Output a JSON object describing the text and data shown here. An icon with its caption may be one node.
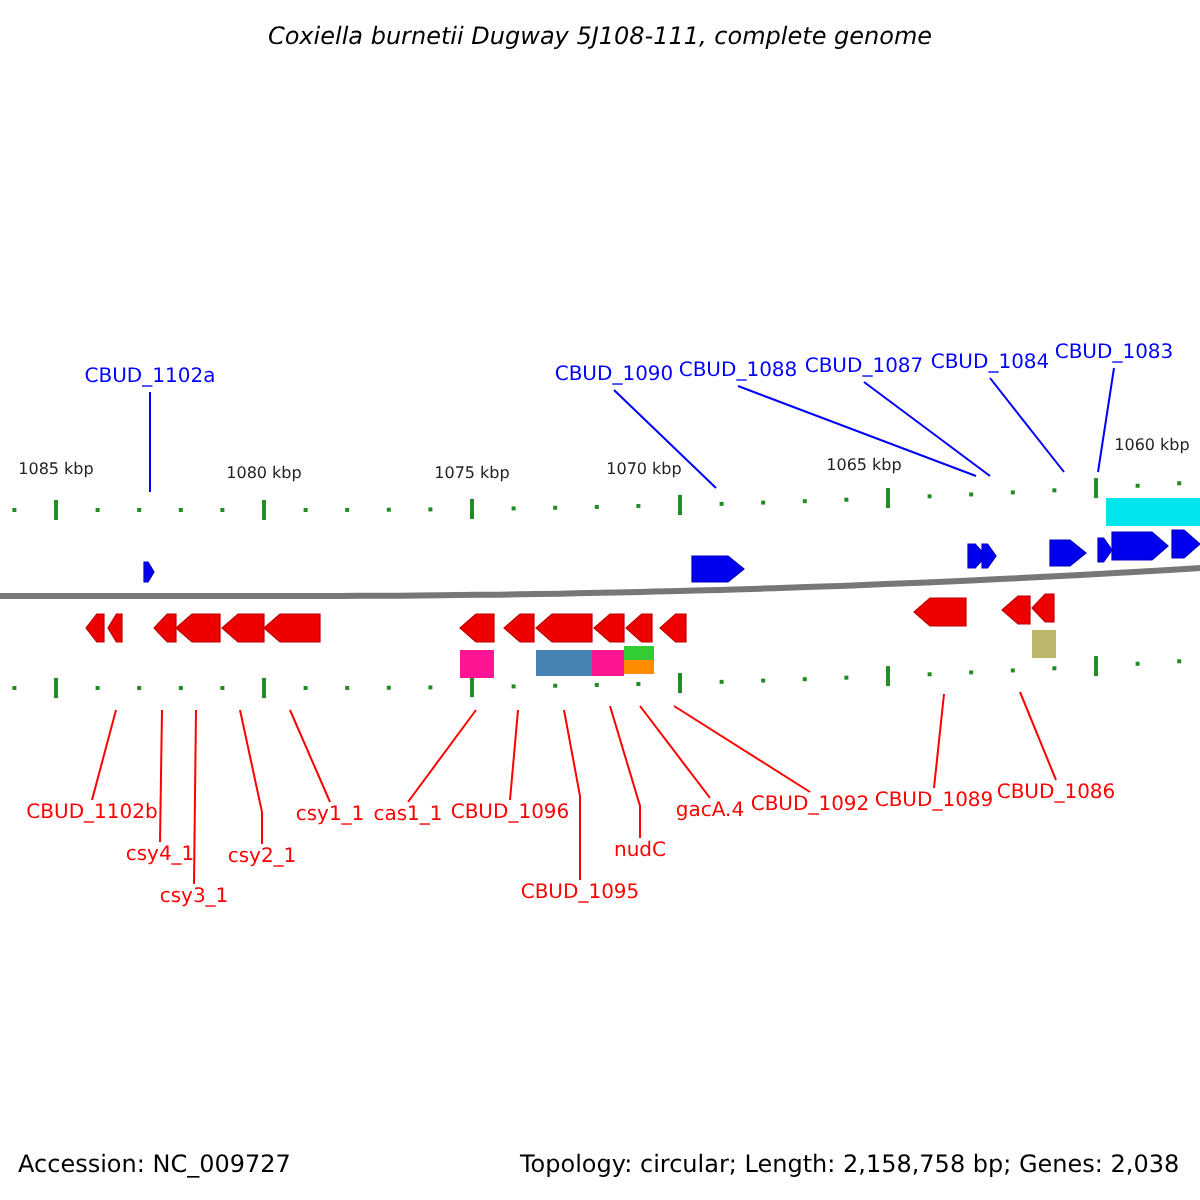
{
  "diagram": {
    "title": "Coxiella burnetii Dugway 5J108-111, complete genome",
    "nodes": [
      {
        "text": [
          "CBUD_1102a"
        ]
      },
      {
        "text": [
          "CBUD_1090"
        ]
      },
      {
        "text": [
          "CBUD_1088"
        ]
      },
      {
        "text": [
          "CBUD_1087"
        ]
      },
      {
        "text": [
          "CBUD_1084"
        ]
      },
      {
        "text": [
          "CBUD_1083"
        ]
      },
      {
        "text": [
          "CBUD_1102b"
        ]
      },
      {
        "text": [
          "csy4_1"
        ]
      },
      {
        "text": [
          "csy3_1"
        ]
      },
      {
        "text": [
          "csy2_1"
        ]
      },
      {
        "text": [
          "csy1_1"
        ]
      },
      {
        "text": [
          "cas1_1"
        ]
      },
      {
        "text": [
          "CBUD_1096"
        ]
      },
      {
        "text": [
          "CBUD_1095"
        ]
      },
      {
        "text": [
          "nudC"
        ]
      },
      {
        "text": [
          "gacA.4"
        ]
      },
      {
        "text": [
          "CBUD_1092"
        ]
      },
      {
        "text": [
          "CBUD_1089"
        ]
      },
      {
        "text": [
          "CBUD_1086"
        ]
      }
    ],
    "edges": [
      {
        "from": 0,
        "to": null,
        "arrow": "none",
        "color": "#0000ff"
      },
      {
        "from": 1,
        "to": null,
        "arrow": "none",
        "color": "#0000ff"
      },
      {
        "from": 2,
        "to": null,
        "arrow": "none",
        "color": "#0000ff"
      },
      {
        "from": 3,
        "to": null,
        "arrow": "none",
        "color": "#0000ff"
      },
      {
        "from": 4,
        "to": null,
        "arrow": "none",
        "color": "#0000ff"
      },
      {
        "from": 5,
        "to": null,
        "arrow": "none",
        "color": "#0000ff"
      },
      {
        "from": 6,
        "to": null,
        "arrow": "none"
      },
      {
        "from": 7,
        "to": null,
        "arrow": "none"
      },
      {
        "from": 8,
        "to": null,
        "arrow": "none"
      },
      {
        "from": 9,
        "to": null,
        "arrow": "none"
      },
      {
        "from": 10,
        "to": null,
        "arrow": "none"
      },
      {
        "from": 11,
        "to": null,
        "arrow": "none"
      },
      {
        "from": 12,
        "to": null,
        "arrow": "none"
      },
      {
        "from": 13,
        "to": null,
        "arrow": "none"
      },
      {
        "from": 14,
        "to": null,
        "arrow": "none"
      },
      {
        "from": 15,
        "to": null,
        "arrow": "none"
      },
      {
        "from": 16,
        "to": null,
        "arrow": "none"
      },
      {
        "from": 17,
        "to": null,
        "arrow": "none"
      },
      {
        "from": 18,
        "to": null,
        "arrow": "none"
      }
    ],
    "labels": [
      "1085 kbp",
      "1080 kbp",
      "1075 kbp",
      "1070 kbp",
      "1065 kbp",
      "1060 kbp",
      "Accession: NC_009727",
      "Topology: circular; Length: 2,158,758 bp; Genes: 2,038"
    ]
  }
}
